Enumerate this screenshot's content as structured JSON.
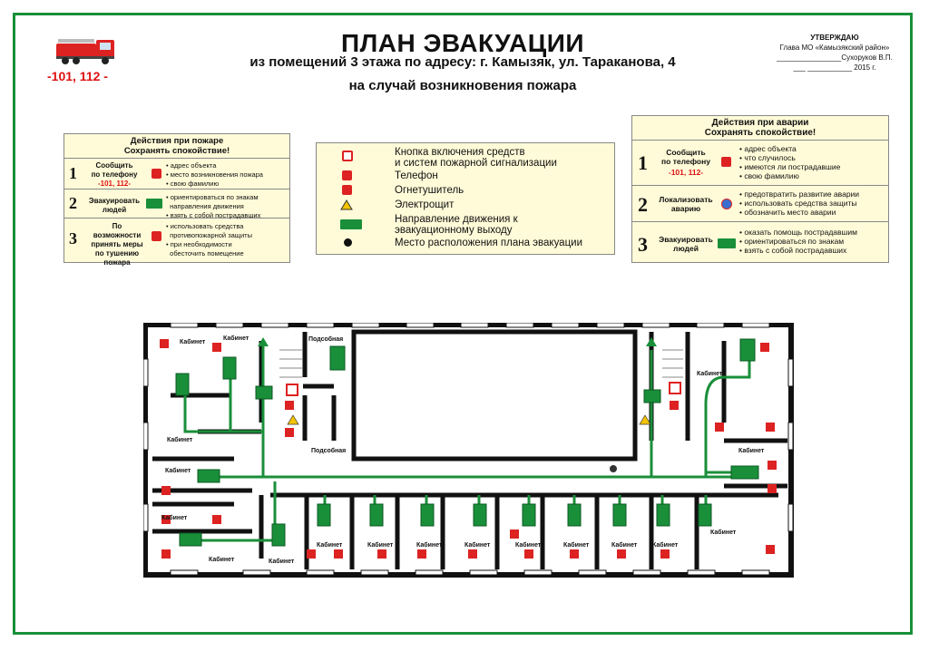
{
  "header": {
    "title": "ПЛАН ЭВАКУАЦИИ",
    "subtitle": "из помещений 3 этажа по адресу: г. Камызяк, ул. Тараканова, 4",
    "subtitle2": "на случай возникновения пожара",
    "emergency_phones": "-101,  112 -"
  },
  "approval": {
    "heading": "УТВЕРЖДАЮ",
    "line1": "Глава МО «Камызякский район»",
    "line2": "________________Сухоруков В.П.",
    "line3": "___  ___________  2015 г."
  },
  "fire_box": {
    "heading": "Действия при пожаре\nСохранять спокойствие!",
    "rows": [
      {
        "num": "1",
        "label": "Сообщить\nпо телефону",
        "phone": "-101, 112-",
        "items": "• адрес объекта\n• место возникновения пожара\n• свою фамилию"
      },
      {
        "num": "2",
        "label": "Эвакуировать\nлюдей",
        "items": "• ориентироваться по знакам\n  направления движения\n• взять с собой пострадавших"
      },
      {
        "num": "3",
        "label": "По\nвозможности\nпринять меры\nпо тушению пожара",
        "items": "• использовать средства\n  противопожарной защиты\n• при необходимости\n  обесточить помещение"
      }
    ]
  },
  "legend": {
    "items": [
      {
        "icon": "fire-alarm-button-icon",
        "text": "Кнопка включения средств\nи систем пожарной сигнализации"
      },
      {
        "icon": "phone-icon",
        "text": "Телефон"
      },
      {
        "icon": "fire-extinguisher-icon",
        "text": "Огнетушитель"
      },
      {
        "icon": "electrical-panel-icon",
        "text": "Электрощит"
      },
      {
        "icon": "exit-direction-icon",
        "text": "Направление движения к\nэвакуационному выходу"
      },
      {
        "icon": "you-are-here-icon",
        "text": "Место расположения плана эвакуации"
      }
    ]
  },
  "accident_box": {
    "heading": "Действия при аварии\nСохранять спокойствие!",
    "rows": [
      {
        "num": "1",
        "label": "Сообщить\nпо телефону",
        "phone": "-101, 112-",
        "items": "• адрес объекта\n• что случилось\n• имеются ли пострадавшие\n• свою фамилию"
      },
      {
        "num": "2",
        "label": "Локализовать\nаварию",
        "items": "• предотвратить развитие аварии\n• использовать средства защиты\n• обозначить место аварии"
      },
      {
        "num": "3",
        "label": "Эвакуировать\nлюдей",
        "items": "• оказать помощь пострадавшим\n• ориентироваться по знакам\n• взять с собой пострадавших"
      }
    ]
  },
  "plan": {
    "room_label": "Кабинет",
    "utility_label": "Подсобная"
  },
  "colors": {
    "frame": "#1a8f3a",
    "route": "#1a8f3a",
    "sign_red": "#d22222",
    "box_bg": "#fffbd8"
  }
}
